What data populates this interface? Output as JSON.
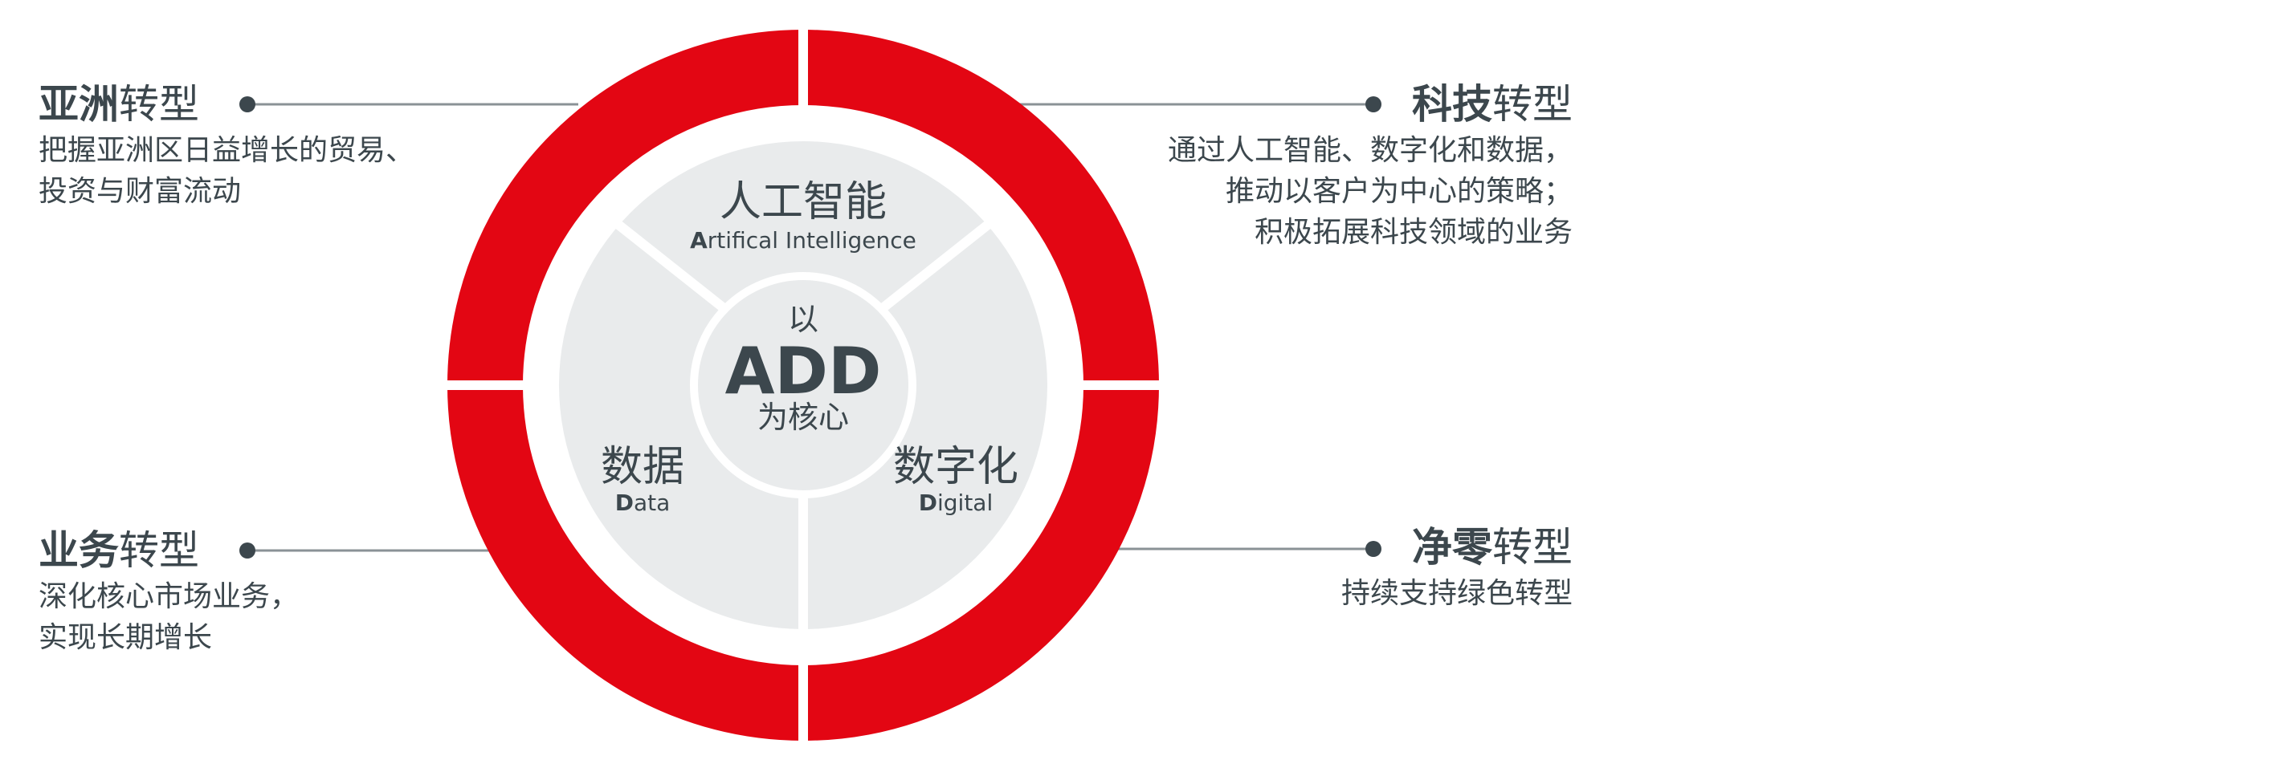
{
  "center": {
    "prefix": "以",
    "core": "ADD",
    "suffix": "为核心"
  },
  "segments": [
    {
      "id": "ai",
      "zh": "人工智能",
      "en_initial": "A",
      "en_rest": "rtifical Intelligence"
    },
    {
      "id": "data",
      "zh": "数据",
      "en_initial": "D",
      "en_rest": "ata"
    },
    {
      "id": "digital",
      "zh": "数字化",
      "en_initial": "D",
      "en_rest": "igital"
    }
  ],
  "callouts": {
    "asia": {
      "title_bold": "亚洲",
      "title_rest": "转型",
      "lines": [
        "把握亚洲区日益增长的贸易、",
        "投资与财富流动"
      ]
    },
    "tech": {
      "title_bold": "科技",
      "title_rest": "转型",
      "lines": [
        "通过人工智能、数字化和数据，",
        "推动以客户为中心的策略；",
        "积极拓展科技领域的业务"
      ]
    },
    "business": {
      "title_bold": "业务",
      "title_rest": "转型",
      "lines": [
        "深化核心市场业务，",
        "实现长期增长"
      ]
    },
    "netzero": {
      "title_bold": "净零",
      "title_rest": "转型",
      "lines": [
        "持续支持绿色转型"
      ]
    }
  },
  "colors": {
    "ring_red": "#e30613",
    "inner_grey": "#e9ebec",
    "text_dark": "#3c474d",
    "connector_grey": "#8a9296"
  }
}
